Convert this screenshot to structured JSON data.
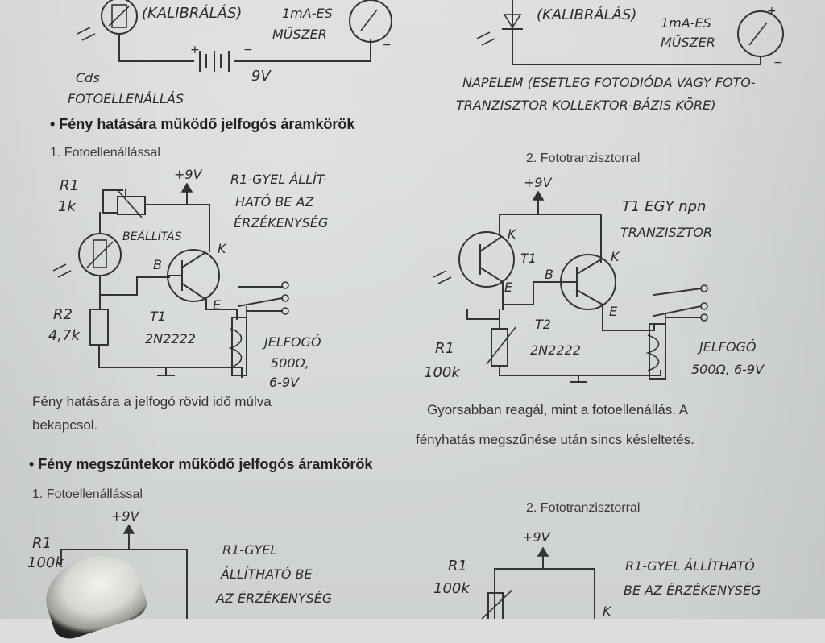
{
  "top_left": {
    "calib_label": "(KALIBRÁLÁS)",
    "meter_label_1": "1mA-ES",
    "meter_label_2": "MŰSZER",
    "voltage": "9V",
    "cds_label_1": "Cds",
    "cds_label_2": "FOTOELLENÁLLÁS"
  },
  "top_right": {
    "calib_label": "(KALIBRÁLÁS)",
    "meter_label_1": "1mA-ES",
    "meter_label_2": "MŰSZER",
    "napelem_1": "NAPELEM (ESETLEG FOTODIÓDA VAGY FOTO-",
    "napelem_2": "TRANZISZTOR KOLLEKTOR-BÁZIS KÖRE)"
  },
  "section1": {
    "heading": "• Fény hatására működő jelfogós áramkörök",
    "left": {
      "subtitle": "1. Fotoellenállással",
      "r1_label": "R1",
      "r1_value": "1k",
      "supply": "+9V",
      "note_1": "R1-GYEL ÁLLÍT-",
      "note_2": "HATÓ BE AZ",
      "note_3": "ÉRZÉKENYSÉG",
      "adjust_label": "BEÁLLÍTÁS",
      "base_label": "B",
      "collector_label": "K",
      "emitter_label": "E",
      "r2_label": "R2",
      "r2_value": "4,7k",
      "t1_label": "T1",
      "t1_type": "2N2222",
      "relay_1": "JELFOGÓ",
      "relay_2": "500Ω,",
      "relay_3": "6-9V",
      "caption_1": "Fény hatására a jelfogó rövid idő múlva",
      "caption_2": "bekapcsol."
    },
    "right": {
      "subtitle": "2. Fototranzisztorral",
      "supply": "+9V",
      "t1_note_1": "T1 EGY npn",
      "t1_note_2": "TRANZISZTOR",
      "collector_label_1": "K",
      "t1_label": "T1",
      "emitter_label_1": "E",
      "base_label": "B",
      "collector_label_2": "K",
      "emitter_label_2": "E",
      "t2_label": "T2",
      "t2_type": "2N2222",
      "r1_label": "R1",
      "r1_value": "100k",
      "relay_1": "JELFOGÓ",
      "relay_2": "500Ω, 6-9V",
      "caption_1": "Gyorsabban reagál, mint a fotoellenállás. A",
      "caption_2": "fényhatás megszűnése után sincs késleltetés."
    }
  },
  "section2": {
    "heading": "• Fény megszűntekor működő jelfogós áramkörök",
    "left": {
      "subtitle": "1. Fotoellenállással",
      "supply": "+9V",
      "r1_label": "R1",
      "r1_value": "100k",
      "note_1": "R1-GYEL",
      "note_2": "ÁLLÍTHATÓ BE",
      "note_3": "AZ ÉRZÉKENYSÉG"
    },
    "right": {
      "subtitle": "2. Fototranzisztorral",
      "supply": "+9V",
      "r1_label": "R1",
      "r1_value": "100k",
      "note_1": "R1-GYEL ÁLLÍTHATÓ",
      "note_2": "BE AZ ÉRZÉKENYSÉG",
      "collector_label": "K"
    }
  },
  "colors": {
    "paper": "#d7dad9",
    "ink": "#2b2b2b"
  }
}
